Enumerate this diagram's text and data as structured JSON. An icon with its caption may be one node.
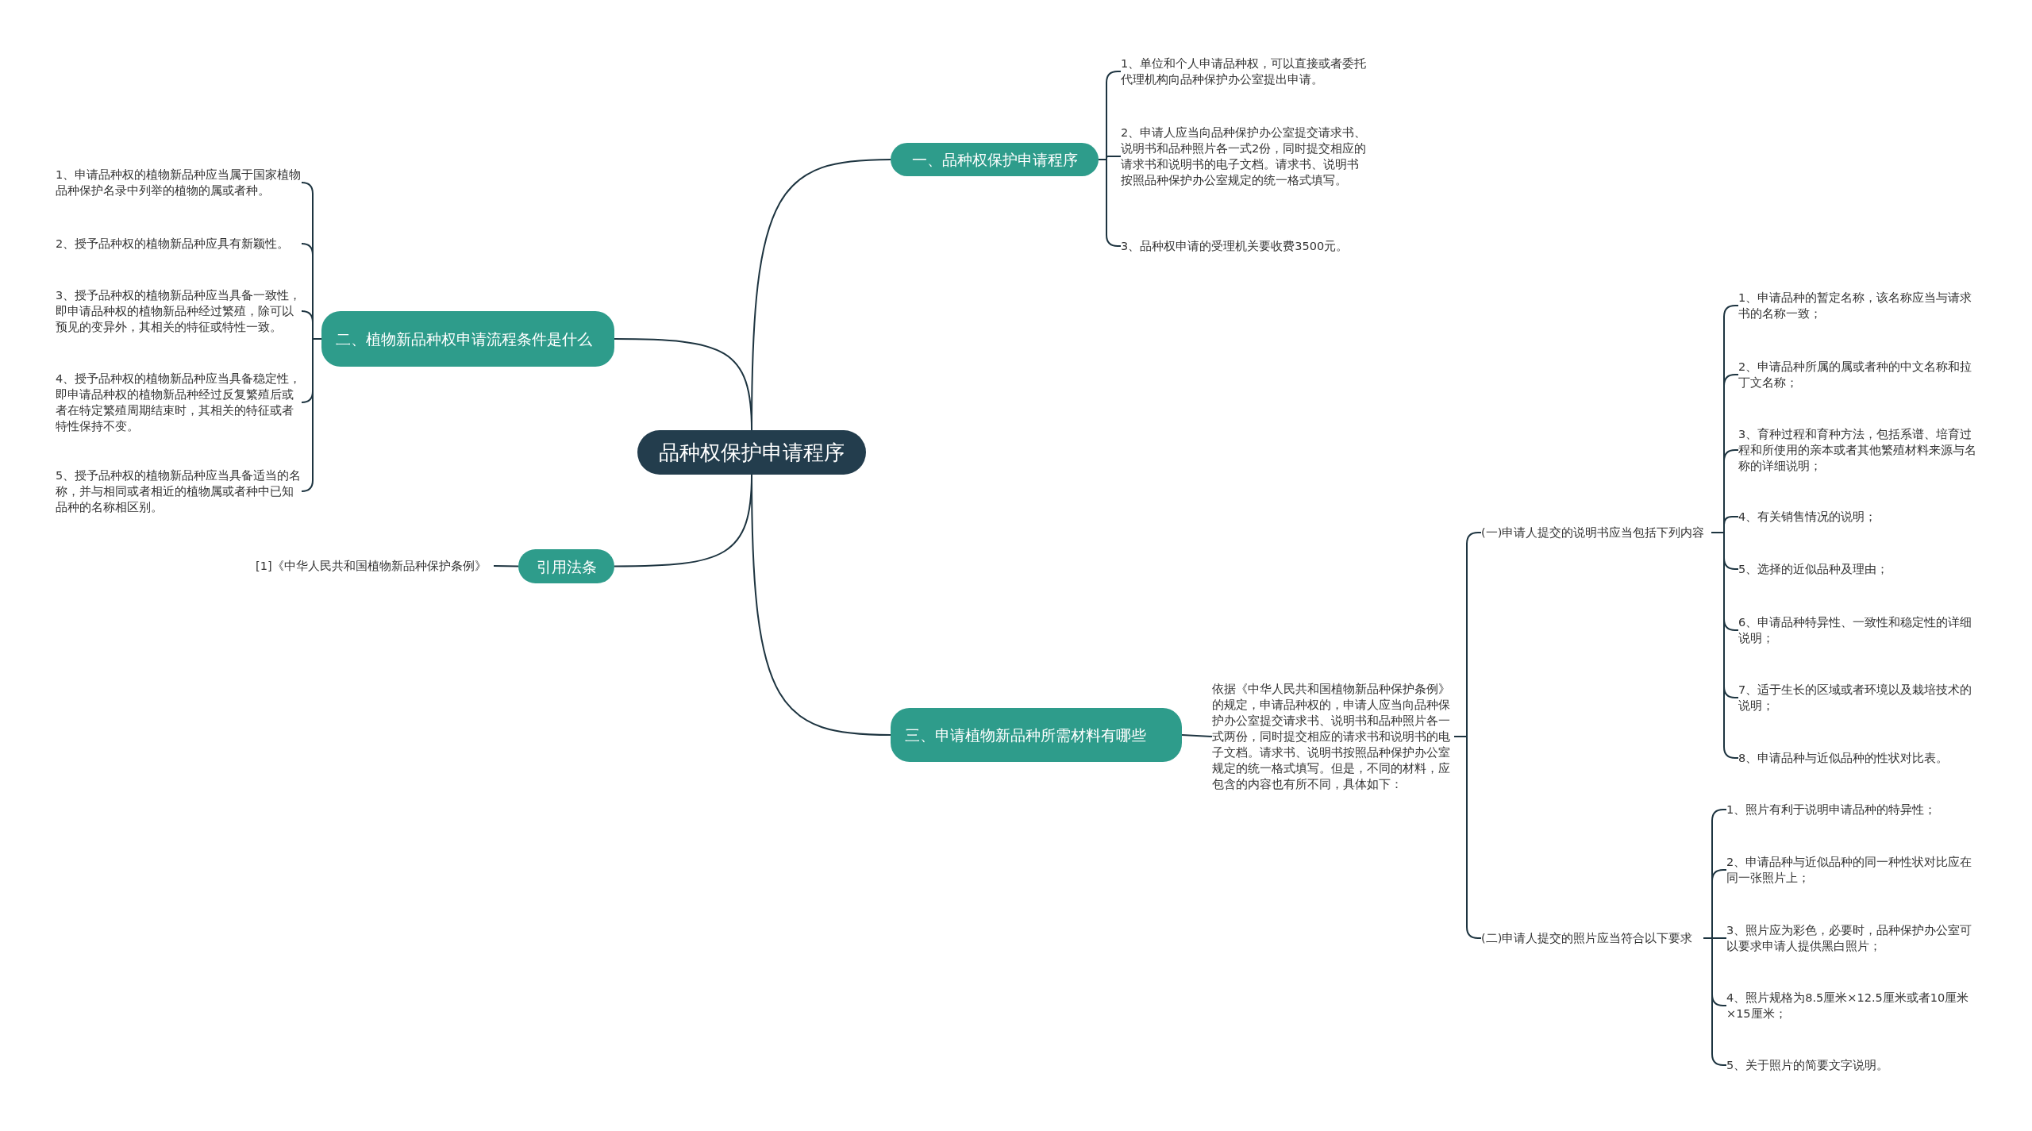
{
  "diagram": {
    "nodes": [
      {
        "text": [
          "品种权保护申请程序"
        ]
      },
      {
        "text": [
          "一、品种权保护申请程序"
        ]
      },
      {
        "text": [
          "1、单位和个人申请品种权，可以直接或者委托代理机构向品种保护办公室提出申请。"
        ]
      },
      {
        "text": [
          "2、申请人应当向品种保护办公室提交请求书、说明书和品种照片各一式2份，同时提交相应的请求书和说明书的电子文档。请求书、说明书按照品种保护办公室规定的统一格式填写。"
        ]
      },
      {
        "text": [
          "3、品种权申请的受理机关要收费3500元。"
        ]
      },
      {
        "text": [
          "二、植物新品种权申请流程条件是什么"
        ]
      },
      {
        "text": [
          "1、申请品种权的植物新品种应当属于国家植物品种保护名录中列举的植物的属或者种。"
        ]
      },
      {
        "text": [
          "2、授予品种权的植物新品种应具有新颖性。"
        ]
      },
      {
        "text": [
          "3、授予品种权的植物新品种应当具备一致性，即申请品种权的植物新品种经过繁殖，除可以预见的变异外，其相关的特征或特性一致。"
        ]
      },
      {
        "text": [
          "4、授予品种权的植物新品种应当具备稳定性，即申请品种权的植物新品种经过反复繁殖后或者在特定繁殖周期结束时，其相关的特征或者特性保持不变。"
        ]
      },
      {
        "text": [
          "5、授予品种权的植物新品种应当具备适当的名称，并与相同或者相近的植物属或者种中已知品种的名称相区别。"
        ]
      },
      {
        "text": [
          "引用法条"
        ]
      },
      {
        "text": [
          "[1]《中华人民共和国植物新品种保护条例》"
        ]
      },
      {
        "text": [
          "三、申请植物新品种所需材料有哪些"
        ]
      },
      {
        "text": [
          "依据《中华人民共和国植物新品种保护条例》的规定，申请品种权的，申请人应当向品种保护办公室提交请求书、说明书和品种照片各一式两份，同时提交相应的请求书和说明书的电子文档。请求书、说明书按照品种保护办公室规定的统一格式填写。但是，不同的材料，应包含的内容也有所不同，具体如下："
        ]
      },
      {
        "text": [
          "(一)申请人提交的说明书应当包括下列内容"
        ]
      },
      {
        "text": [
          "1、申请品种的暂定名称，该名称应当与请求书的名称一致；"
        ]
      },
      {
        "text": [
          "2、申请品种所属的属或者种的中文名称和拉丁文名称；"
        ]
      },
      {
        "text": [
          "3、育种过程和育种方法，包括系谱、培育过程和所使用的亲本或者其他繁殖材料来源与名称的详细说明；"
        ]
      },
      {
        "text": [
          "4、有关销售情况的说明；"
        ]
      },
      {
        "text": [
          "5、选择的近似品种及理由；"
        ]
      },
      {
        "text": [
          "6、申请品种特异性、一致性和稳定性的详细说明；"
        ]
      },
      {
        "text": [
          "7、适于生长的区域或者环境以及栽培技术的说明；"
        ]
      },
      {
        "text": [
          "8、申请品种与近似品种的性状对比表。"
        ]
      },
      {
        "text": [
          "(二)申请人提交的照片应当符合以下要求"
        ]
      },
      {
        "text": [
          "1、照片有利于说明申请品种的特异性；"
        ]
      },
      {
        "text": [
          "2、申请品种与近似品种的同一种性状对比应在同一张照片上；"
        ]
      },
      {
        "text": [
          "3、照片应为彩色，必要时，品种保护办公室可以要求申请人提供黑白照片；"
        ]
      },
      {
        "text": [
          "4、照片规格为8.5厘米×12.5厘米或者10厘米×15厘米；"
        ]
      },
      {
        "text": [
          "5、关于照片的简要文字说明。"
        ]
      }
    ],
    "edges": [
      {
        "from": 0,
        "to": 1,
        "arrow": "none"
      },
      {
        "from": 0,
        "to": 5,
        "arrow": "none"
      },
      {
        "from": 0,
        "to": 11,
        "arrow": "none"
      },
      {
        "from": 0,
        "to": 13,
        "arrow": "none"
      },
      {
        "from": 1,
        "to": 2,
        "arrow": "none"
      },
      {
        "from": 1,
        "to": 3,
        "arrow": "none"
      },
      {
        "from": 1,
        "to": 4,
        "arrow": "none"
      },
      {
        "from": 5,
        "to": 6,
        "arrow": "none"
      },
      {
        "from": 5,
        "to": 7,
        "arrow": "none"
      },
      {
        "from": 5,
        "to": 8,
        "arrow": "none"
      },
      {
        "from": 5,
        "to": 9,
        "arrow": "none"
      },
      {
        "from": 5,
        "to": 10,
        "arrow": "none"
      },
      {
        "from": 11,
        "to": 12,
        "arrow": "none"
      },
      {
        "from": 13,
        "to": 14,
        "arrow": "none"
      },
      {
        "from": 14,
        "to": 15,
        "arrow": "none"
      },
      {
        "from": 14,
        "to": 24,
        "arrow": "none"
      },
      {
        "from": 15,
        "to": 16,
        "arrow": "none"
      },
      {
        "from": 15,
        "to": 17,
        "arrow": "none"
      },
      {
        "from": 15,
        "to": 18,
        "arrow": "none"
      },
      {
        "from": 15,
        "to": 19,
        "arrow": "none"
      },
      {
        "from": 15,
        "to": 20,
        "arrow": "none"
      },
      {
        "from": 15,
        "to": 21,
        "arrow": "none"
      },
      {
        "from": 15,
        "to": 22,
        "arrow": "none"
      },
      {
        "from": 15,
        "to": 23,
        "arrow": "none"
      },
      {
        "from": 24,
        "to": 25,
        "arrow": "none"
      },
      {
        "from": 24,
        "to": 26,
        "arrow": "none"
      },
      {
        "from": 24,
        "to": 27,
        "arrow": "none"
      },
      {
        "from": 24,
        "to": 28,
        "arrow": "none"
      },
      {
        "from": 24,
        "to": 29,
        "arrow": "none"
      }
    ]
  }
}
